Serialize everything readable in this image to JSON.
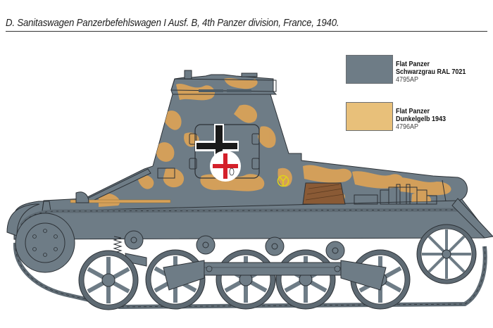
{
  "caption": {
    "text": "D. Sanitaswagen Panzerbefehlswagen I Ausf. B, 4th Panzer division, France, 1940."
  },
  "legend": {
    "items": [
      {
        "line1": "Flat Panzer",
        "line2": "Schwarzgrau RAL 7021",
        "code": "4795AP",
        "color": "#6e7c86"
      },
      {
        "line1": "Flat Panzer",
        "line2": "Dunkelgelb 1943",
        "code": "4796AP",
        "color": "#e8c07a"
      }
    ]
  },
  "illustration": {
    "subject": "Panzerbefehlswagen I Ausf. B side profile",
    "markings": [
      "balkenkreuz",
      "red-cross",
      "yellow-division-symbol"
    ],
    "colors": {
      "grey": "#6e7c86",
      "sand": "#d9a258",
      "track": "#5e6a73",
      "outline": "#2c3136",
      "red": "#d4202a",
      "yellow": "#e0d21a",
      "wood": "#8a5a35"
    }
  }
}
